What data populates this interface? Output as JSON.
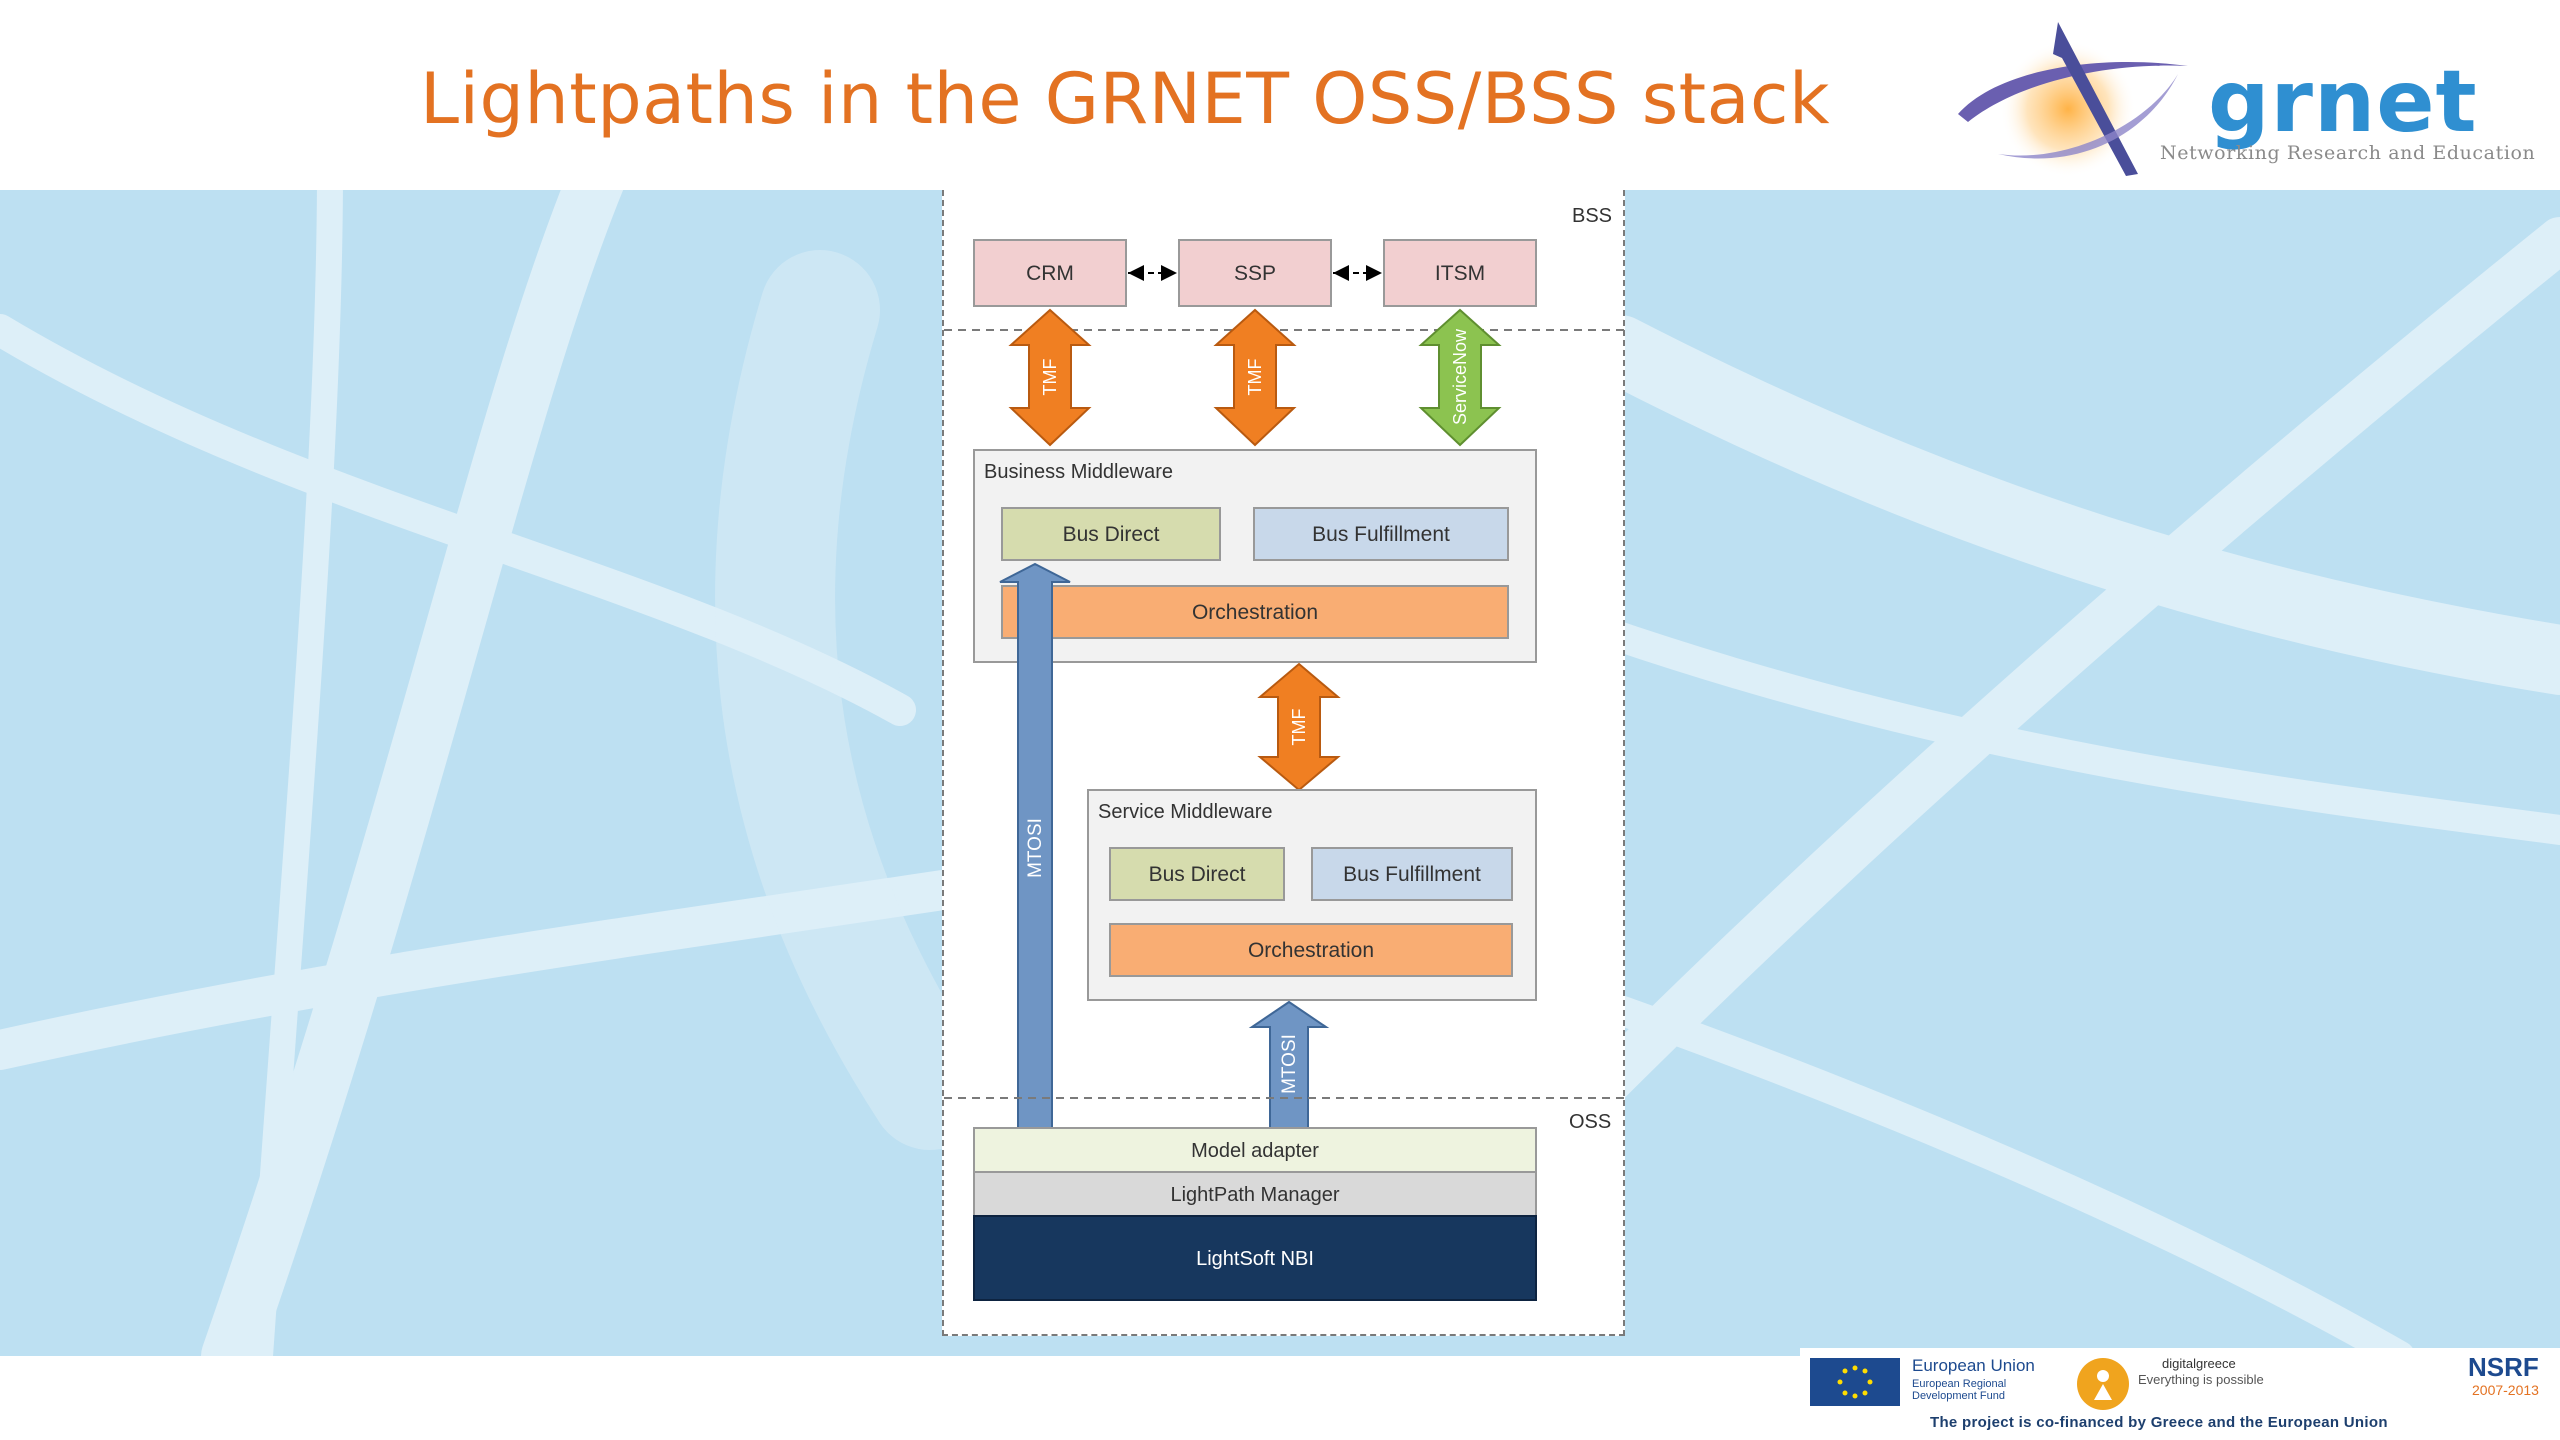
{
  "slide": {
    "title": "Lightpaths in the GRNET OSS/BSS stack"
  },
  "logo": {
    "word": "grnet",
    "tagline": "Networking Research and Education"
  },
  "diagram": {
    "bss_label": "BSS",
    "oss_label": "OSS",
    "bss_boxes": [
      "CRM",
      "SSP",
      "ITSM"
    ],
    "bss_arrows": [
      "TMF",
      "TMF",
      "ServiceNow"
    ],
    "business_middleware": {
      "title": "Business Middleware",
      "bus_direct": "Bus Direct",
      "bus_fulfillment": "Bus Fulfillment",
      "orchestration": "Orchestration"
    },
    "middle_arrow": "TMF",
    "service_middleware": {
      "title": "Service Middleware",
      "bus_direct": "Bus Direct",
      "bus_fulfillment": "Bus Fulfillment",
      "orchestration": "Orchestration"
    },
    "long_arrow": "MTOSI",
    "short_arrow": "MTOSI",
    "model_adapter": "Model adapter",
    "lightpath_manager": "LightPath Manager",
    "lightsoft_nbi": "LightSoft NBI"
  },
  "footer": {
    "eu_title": "European Union",
    "eu_subtitle": "European Regional Development Fund",
    "dg_name": "digitalgreece",
    "dg_slogan": "Everything is possible",
    "nsrf": "NSRF",
    "nsrf_years": "2007-2013",
    "caption": "The project is co-financed by Greece and the European Union"
  },
  "colors": {
    "title": "#e37222",
    "band": "#bde0f2",
    "crm_box": "#f2cfd0",
    "tmf_arrow": "#f07f22",
    "servicenow_arrow": "#8cc350",
    "bus_direct": "#d6dcae",
    "bus_fulfillment": "#c8d8ea",
    "orchestration": "#f9ad73",
    "mtosi_arrow": "#6f95c4",
    "model_adapter": "#eef3df",
    "lightpath_manager": "#d9d9d9",
    "lightsoft_nbi": "#17375e"
  }
}
